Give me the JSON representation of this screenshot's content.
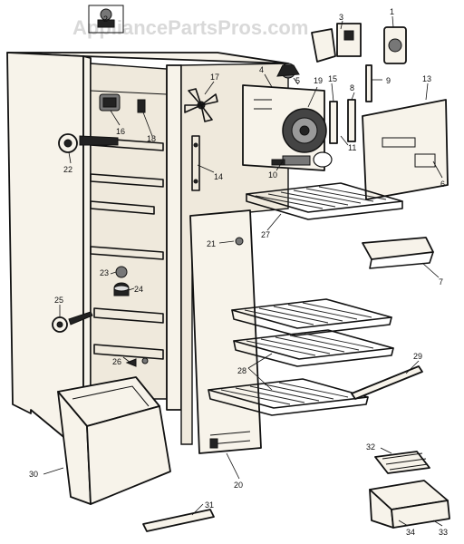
{
  "watermark": "AppliancePartsPros.com",
  "callouts": [
    {
      "id": "1",
      "label": "1"
    },
    {
      "id": "2",
      "label": "2"
    },
    {
      "id": "3",
      "label": "3"
    },
    {
      "id": "4",
      "label": "4"
    },
    {
      "id": "5",
      "label": "5"
    },
    {
      "id": "6",
      "label": "6"
    },
    {
      "id": "7",
      "label": "7"
    },
    {
      "id": "8",
      "label": "8"
    },
    {
      "id": "9",
      "label": "9"
    },
    {
      "id": "10",
      "label": "10"
    },
    {
      "id": "11",
      "label": "11"
    },
    {
      "id": "13",
      "label": "13"
    },
    {
      "id": "14",
      "label": "14"
    },
    {
      "id": "15",
      "label": "15"
    },
    {
      "id": "16",
      "label": "16"
    },
    {
      "id": "17",
      "label": "17"
    },
    {
      "id": "18",
      "label": "18"
    },
    {
      "id": "19",
      "label": "19"
    },
    {
      "id": "20",
      "label": "20"
    },
    {
      "id": "21",
      "label": "21"
    },
    {
      "id": "22",
      "label": "22"
    },
    {
      "id": "23",
      "label": "23"
    },
    {
      "id": "24",
      "label": "24"
    },
    {
      "id": "25",
      "label": "25"
    },
    {
      "id": "26",
      "label": "26"
    },
    {
      "id": "27",
      "label": "27"
    },
    {
      "id": "28",
      "label": "28"
    },
    {
      "id": "29",
      "label": "29"
    },
    {
      "id": "30",
      "label": "30"
    },
    {
      "id": "31",
      "label": "31"
    },
    {
      "id": "32",
      "label": "32"
    },
    {
      "id": "33",
      "label": "33"
    },
    {
      "id": "34",
      "label": "34"
    }
  ]
}
